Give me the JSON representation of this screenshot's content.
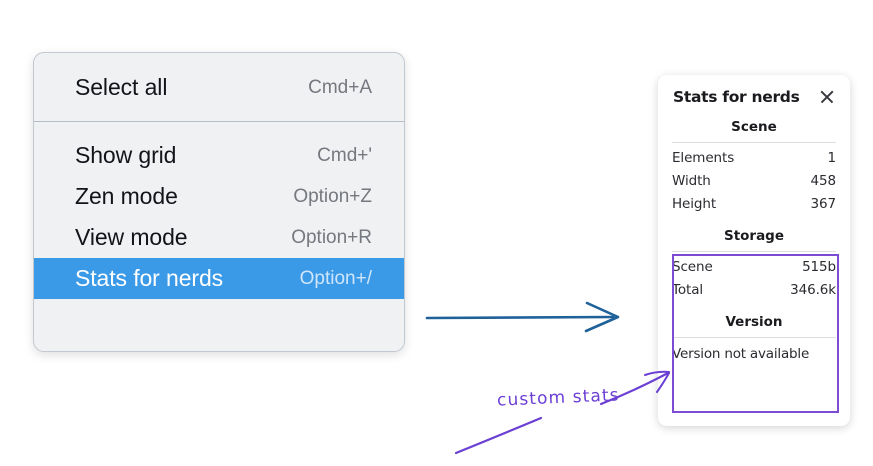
{
  "context_menu": {
    "name": "canvas-context-menu",
    "groups": [
      {
        "items": [
          {
            "label": "Select all",
            "shortcut": "Cmd+A",
            "selected": false
          }
        ]
      },
      {
        "items": [
          {
            "label": "Show grid",
            "shortcut": "Cmd+'",
            "selected": false
          },
          {
            "label": "Zen mode",
            "shortcut": "Option+Z",
            "selected": false
          },
          {
            "label": "View mode",
            "shortcut": "Option+R",
            "selected": false
          },
          {
            "label": "Stats for nerds",
            "shortcut": "Option+/",
            "selected": true
          }
        ]
      }
    ]
  },
  "stats_panel": {
    "title": "Stats for nerds",
    "close_icon": "close-icon",
    "sections": [
      {
        "heading": "Scene",
        "rows": [
          {
            "key": "Elements",
            "value": "1"
          },
          {
            "key": "Width",
            "value": "458"
          },
          {
            "key": "Height",
            "value": "367"
          }
        ]
      },
      {
        "heading": "Storage",
        "rows": [
          {
            "key": "Scene",
            "value": "515b"
          },
          {
            "key": "Total",
            "value": "346.6k"
          }
        ]
      },
      {
        "heading": "Version",
        "note": "Version not available"
      }
    ]
  },
  "annotations": {
    "flow_arrow_label": "menu-to-panel-arrow",
    "callout_text": "custom stats",
    "highlight_label": "custom-stats-highlight-box"
  },
  "colors": {
    "menu_background": "#f0f1f3",
    "menu_border": "#c2c8d0",
    "menu_separator": "#b6bdc6",
    "selected_row": "#3b9ae8",
    "selected_text": "#ffffff",
    "shortcut_text": "#767880",
    "panel_background": "#ffffff",
    "panel_text": "#2b2b31",
    "highlight_purple": "#7c4dd4",
    "annotation_purple": "#6b3fd4",
    "flow_arrow_blue": "#1f6199"
  }
}
